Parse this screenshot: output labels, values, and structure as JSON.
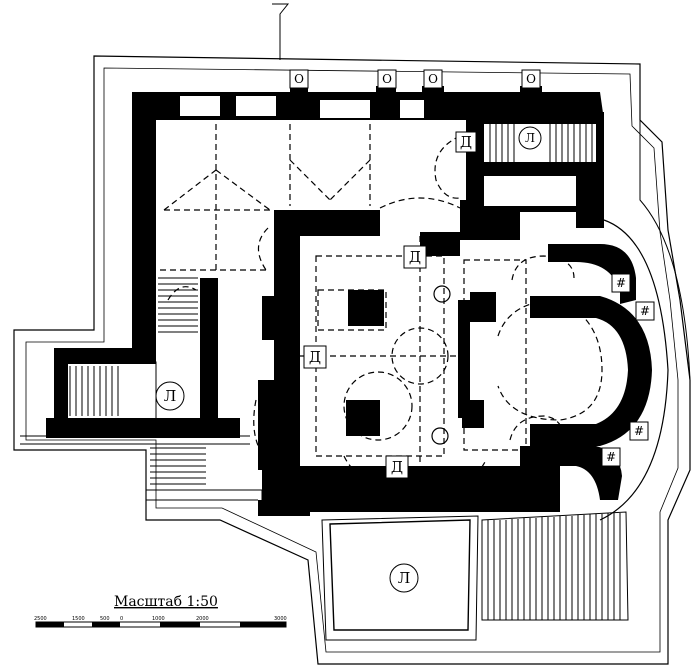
{
  "diagram": {
    "markers": {
      "O": "О",
      "D": "Д",
      "L": "Л",
      "hash": "#"
    },
    "scale": {
      "title": "Масштаб 1:50",
      "ticks": [
        "2500",
        "1500",
        "500",
        "0",
        "1000",
        "2000",
        "3000"
      ]
    }
  }
}
